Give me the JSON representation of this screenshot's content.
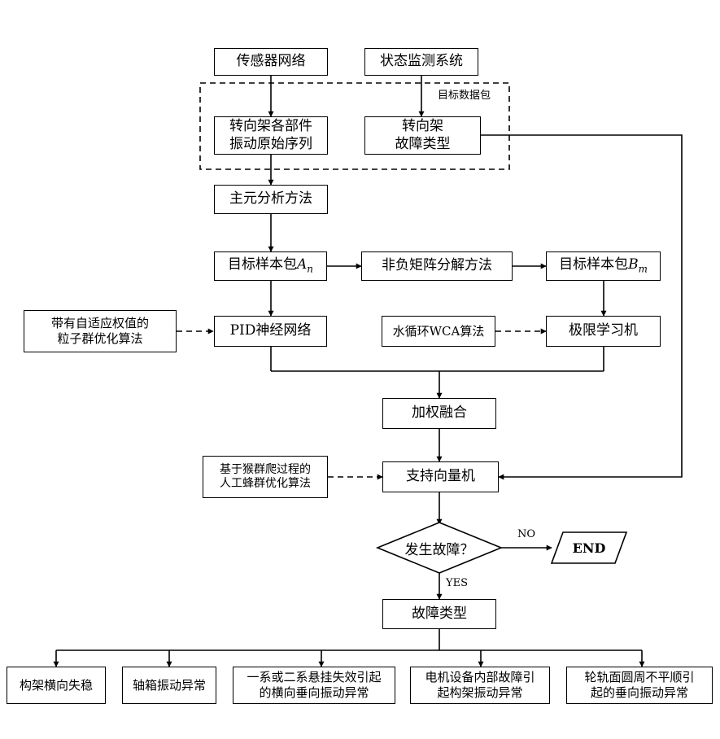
{
  "nodes": {
    "sensor_network": "传感器网络",
    "monitoring_system": "状态监测系统",
    "target_packet": "目标数据包",
    "bogie_vibration": [
      "转向架各部件",
      "振动原始序列"
    ],
    "bogie_fault_type": [
      "转向架",
      "故障类型"
    ],
    "pca": "主元分析方法",
    "sample_a": {
      "text": "目标样本包",
      "sym": "A",
      "sub": "n"
    },
    "nmf": "非负矩阵分解方法",
    "sample_b": {
      "text": "目标样本包",
      "sym": "B",
      "sub": "m"
    },
    "apso": [
      "带有自适应权值的",
      "粒子群优化算法"
    ],
    "pid_nn": "PID神经网络",
    "wca": "水循环WCA算法",
    "elm": "极限学习机",
    "fusion": "加权融合",
    "abc": [
      "基于猴群爬过程的",
      "人工蜂群优化算法"
    ],
    "svm": "支持向量机",
    "decision": "发生故障？",
    "no_label": "NO",
    "end": "END",
    "yes_label": "YES",
    "fault_type": "故障类型"
  },
  "outcomes": [
    [
      "构架横向失稳"
    ],
    [
      "轴箱振动异常"
    ],
    [
      "一系或二系悬挂失效引起",
      "的横向垂向振动异常"
    ],
    [
      "电机设备内部故障引",
      "起构架振动异常"
    ],
    [
      "轮轨面圆周不平顺引",
      "起的垂向振动异常"
    ]
  ]
}
